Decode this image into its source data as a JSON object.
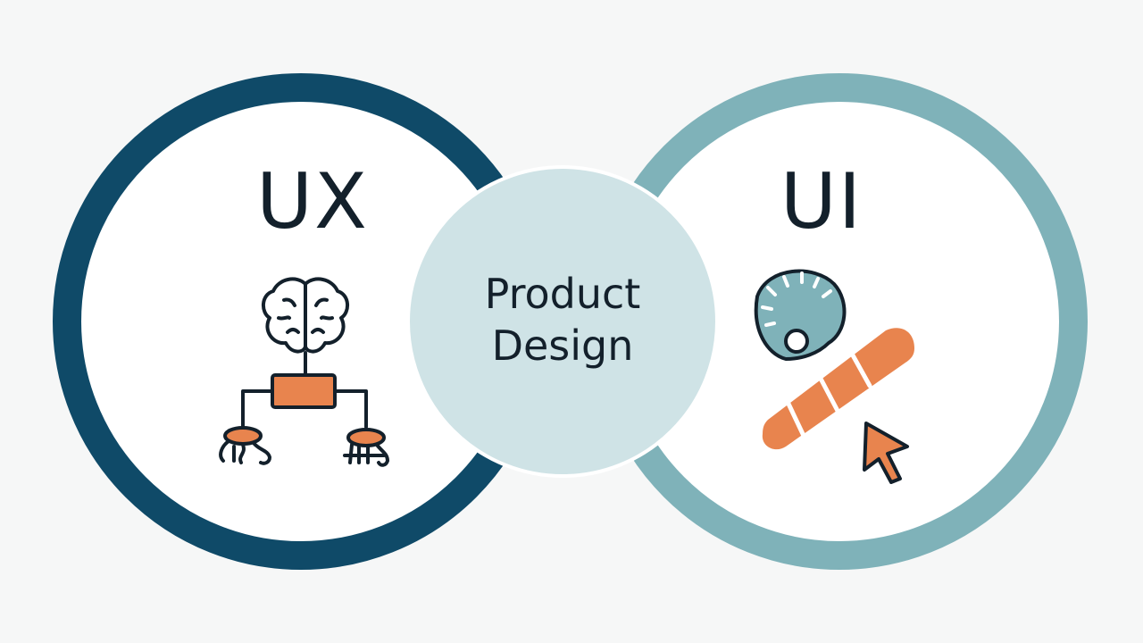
{
  "diagram": {
    "left": {
      "title": "UX",
      "icon": "brain-flow-icon"
    },
    "center": {
      "line1": "Product",
      "line2": "Design"
    },
    "right": {
      "title": "UI",
      "icons": [
        "dial-icon",
        "slider-bar-icon",
        "cursor-icon"
      ]
    }
  },
  "colors": {
    "ux_ring": "#0f4a68",
    "ui_ring": "#7fb2b9",
    "center_fill": "#cfe3e6",
    "accent": "#e8844e",
    "ink": "#13202b",
    "background": "#f6f7f7"
  }
}
